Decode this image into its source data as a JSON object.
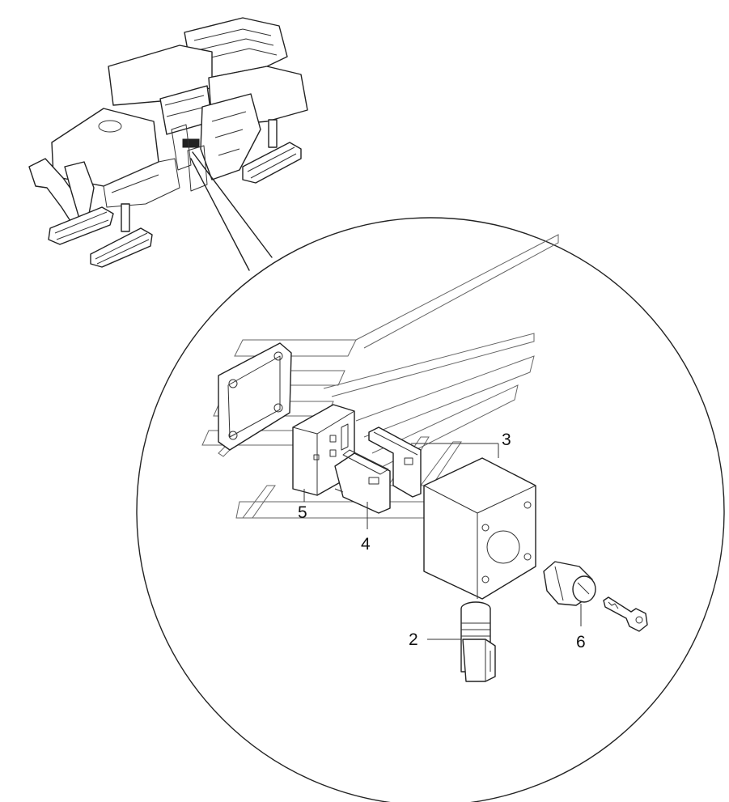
{
  "diagram": {
    "callouts": [
      {
        "id": "callout-2",
        "label": "2"
      },
      {
        "id": "callout-3",
        "label": "3"
      },
      {
        "id": "callout-4",
        "label": "4"
      },
      {
        "id": "callout-5",
        "label": "5"
      },
      {
        "id": "callout-6",
        "label": "6"
      }
    ],
    "parts": [
      "machine-overview",
      "cover-plate",
      "switch-housing",
      "switch-bracket",
      "switch-insert",
      "cable-gland",
      "lock-cylinder",
      "key"
    ],
    "colors": {
      "line": "#222222",
      "background": "#ffffff",
      "watermark": "#666666"
    }
  }
}
